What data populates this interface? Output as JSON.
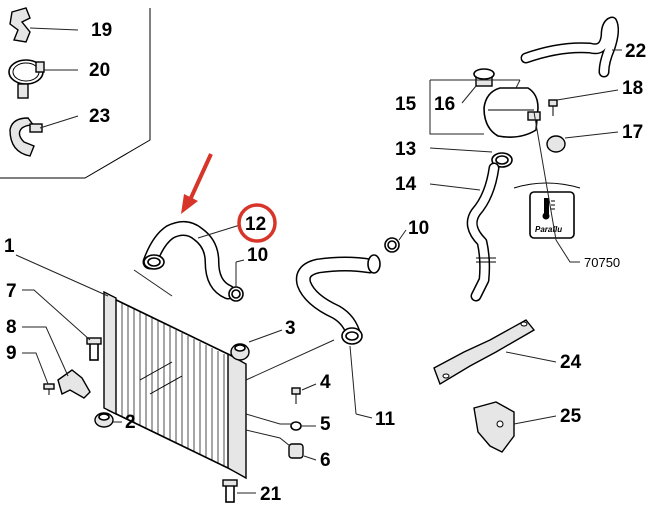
{
  "callouts": {
    "c1": "1",
    "c2": "2",
    "c3": "3",
    "c4": "4",
    "c5": "5",
    "c6": "6",
    "c7": "7",
    "c8": "8",
    "c9": "9",
    "c10a": "10",
    "c10b": "10",
    "c11": "11",
    "c12": "12",
    "c13": "13",
    "c14": "14",
    "c15": "15",
    "c16": "16",
    "c17": "17",
    "c18": "18",
    "c19": "19",
    "c20": "20",
    "c21": "21",
    "c22": "22",
    "c23": "23",
    "c24": "24",
    "c25": "25"
  },
  "label": {
    "code": "70750",
    "brand": "Paraflu"
  },
  "colors": {
    "highlight": "#d8352a",
    "ink": "#000000",
    "line": "#222222"
  }
}
